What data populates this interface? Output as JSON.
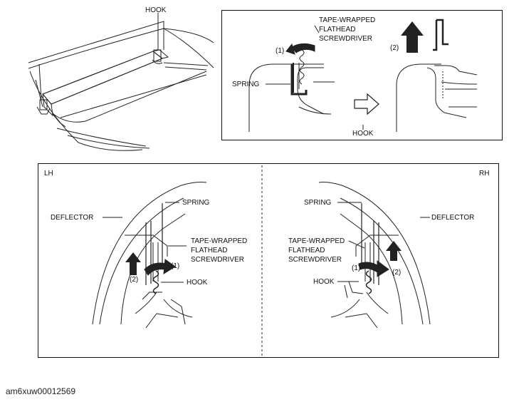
{
  "top_left": {
    "hook_label": "HOOK"
  },
  "top_right": {
    "tool_label_1": "TAPE-WRAPPED",
    "tool_label_2": "FLATHEAD",
    "tool_label_3": "SCREWDRIVER",
    "step_1": "(1)",
    "step_2": "(2)",
    "spring_label": "SPRING",
    "hook_label": "HOOK"
  },
  "bottom": {
    "lh": {
      "side_label": "LH",
      "spring_label": "SPRING",
      "deflector_label": "DEFLECTOR",
      "tool_label_1": "TAPE-WRAPPED",
      "tool_label_2": "FLATHEAD",
      "tool_label_3": "SCREWDRIVER",
      "step_1": "(1)",
      "step_2": "(2)",
      "hook_label": "HOOK"
    },
    "rh": {
      "side_label": "RH",
      "spring_label": "SPRING",
      "deflector_label": "DEFLECTOR",
      "tool_label_1": "TAPE-WRAPPED",
      "tool_label_2": "FLATHEAD",
      "tool_label_3": "SCREWDRIVER",
      "step_1": "(1)",
      "step_2": "(2)",
      "hook_label": "HOOK"
    }
  },
  "figure_id": "am6xuw00012569"
}
